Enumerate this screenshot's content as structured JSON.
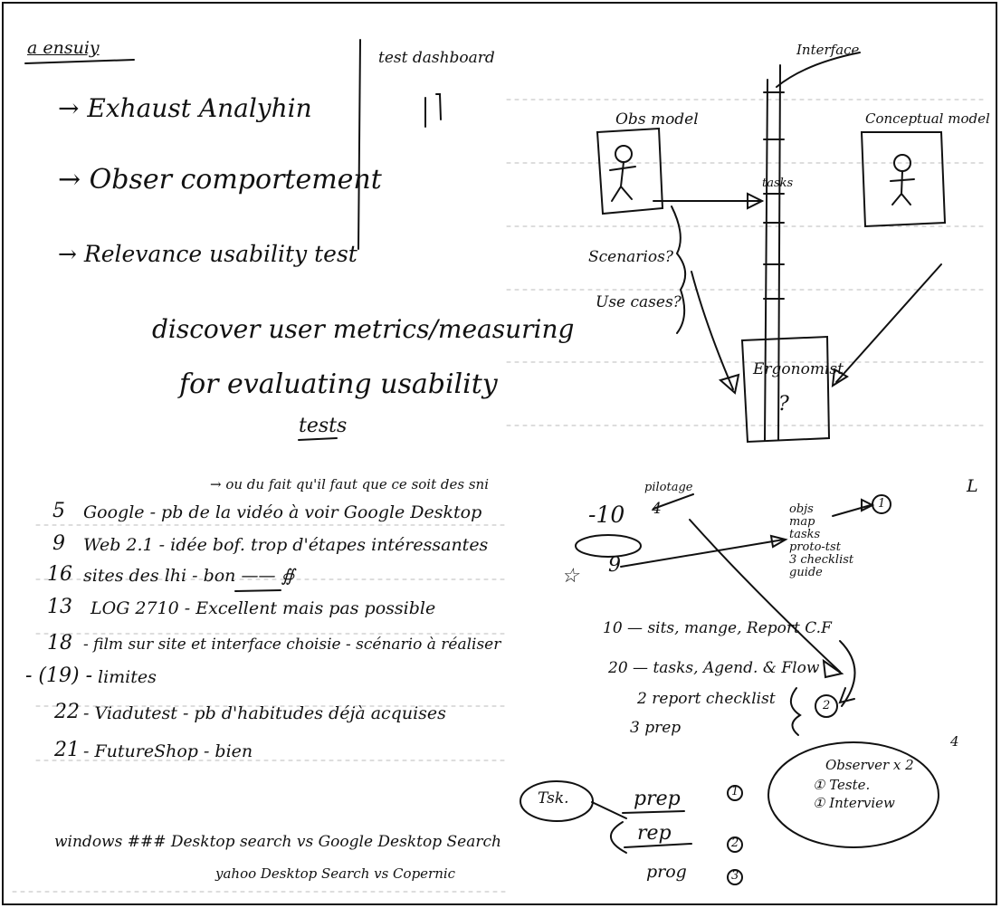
{
  "left": {
    "title": "a ensuiy",
    "box_label": "test dashboard",
    "bullets": [
      "→ Exhaust Analyhin",
      "→ Obser comportement",
      "→ Relevance usability test"
    ],
    "discover_lines": [
      "discover user metrics/measuring",
      "for evaluating usability",
      "tests"
    ],
    "note_above_list": "→ ou du fait qu'il faut que ce soit des sni",
    "list": [
      {
        "num": "5",
        "text": "Google  - pb de la vidéo à voir  Google Desktop"
      },
      {
        "num": "9",
        "text": "Web 2.1  - idée bof. trop d'étapes intéressantes"
      },
      {
        "num": "16",
        "text": "sites des lhi -  bon —— ∯"
      },
      {
        "num": "13",
        "text": "LOG 2710  - Excellent mais pas possible"
      },
      {
        "num": "18",
        "text": "- film sur site et interface choisie - scénario à réaliser"
      },
      {
        "num": "- (19) -",
        "text": "limites"
      },
      {
        "num": "22",
        "text": "-  Viadutest  - pb d'habitudes déjà acquises"
      },
      {
        "num": "21",
        "text": "- FutureShop  -  bien"
      }
    ],
    "bottom_lines": [
      "windows ### Desktop search  vs  Google Desktop Search",
      "yahoo Desktop Search  vs  Copernic"
    ]
  },
  "right": {
    "interface_label": "Interface",
    "observed_label": "Obs model",
    "conceptual_label": "Conceptual model",
    "tasks_label": "tasks",
    "scenarios": "Scenarios?",
    "use_cases": "Use cases?",
    "ergonomist": "Ergonomist",
    "question": "?",
    "corner_mark": "L",
    "branch_label": "pilotage",
    "num_10a": "-10",
    "num_4": "4",
    "num_9": "9",
    "star": "☆",
    "checklist": [
      "objs",
      "map",
      "tasks",
      "proto-tst",
      "3 checklist",
      "guide"
    ],
    "circle_1": "1",
    "sits_row": "10 — sits, mange, Report C.F",
    "tasks_row": "20 — tasks, Agend. & Flow",
    "report_row": "2 report checklist",
    "prep_row": "3 prep",
    "circle_2": "2",
    "obs_title": "Observer x 2",
    "obs_items": [
      "① Teste.",
      "① Interview"
    ],
    "obs_mark": "4",
    "task_oval": "Tsk.",
    "steps": [
      {
        "label": "prep",
        "n": "1"
      },
      {
        "label": "rep",
        "n": "2"
      },
      {
        "label": "prog",
        "n": "3"
      }
    ]
  }
}
